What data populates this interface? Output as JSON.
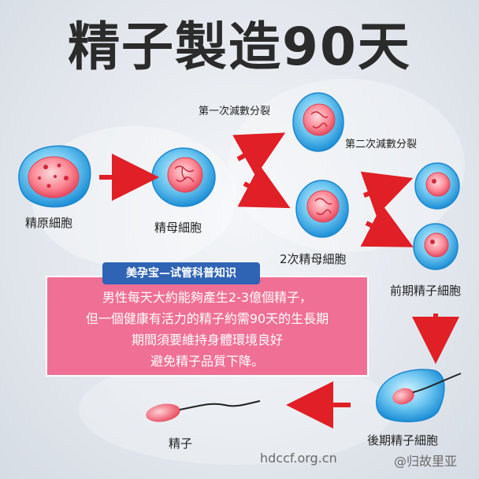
{
  "title": "精子製造90天",
  "labels": {
    "spermatogonia": "精原細胞",
    "primary_spermatocyte": "精母細胞",
    "secondary_spermatocyte": "2次精母細胞",
    "early_spermatid": "前期精子細胞",
    "late_spermatid": "後期精子細胞",
    "sperm": "精子",
    "first_meiosis": "第一次減數分裂",
    "second_meiosis": "第二次減數分裂"
  },
  "info": {
    "badge": "美孕宝—试管科普知识",
    "lines": [
      "男性每天大約能夠產生2-3億個精子，",
      "但一個健康有活力的精子約需90天的生長期",
      "期間須要維持身體環境良好",
      "避免精子品質下降。"
    ]
  },
  "watermarks": {
    "site": "hdccf.org.cn",
    "account": "@归故里亚"
  },
  "colors": {
    "arrow": "#e01f26",
    "cell_outer": "#3aaee6",
    "nucleus": "#f25c6e",
    "info_bg": "#f06f95",
    "badge_bg": "#2f63b3"
  }
}
